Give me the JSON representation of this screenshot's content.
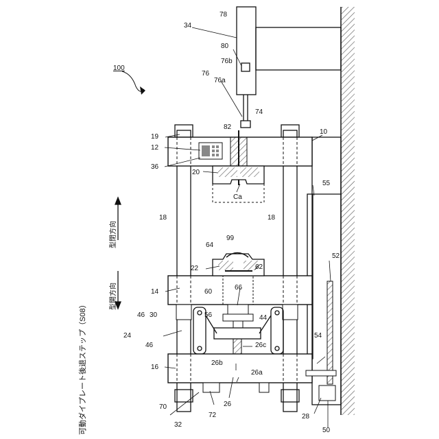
{
  "figure": {
    "caption": "可動ダイプレート後退ステップ（S08）",
    "mold_opening_direction": "型開方向",
    "mold_closing_direction": "型閉方向"
  },
  "labels": {
    "l100": "100",
    "l10": "10",
    "l12": "12",
    "l14": "14",
    "l16": "16",
    "l18a": "18",
    "l18b": "18",
    "l19": "19",
    "l20": "20",
    "l22": "22",
    "l24": "24",
    "l26": "26",
    "l26a": "26a",
    "l26b": "26b",
    "l26c": "26c",
    "l28": "28",
    "l30": "30",
    "l32": "32",
    "l34": "34",
    "l36": "36",
    "l44": "44",
    "l46a": "46",
    "l46b": "46",
    "l50": "50",
    "l52": "52",
    "l54": "54",
    "l55": "55",
    "l56": "56",
    "l60": "60",
    "l62": "62",
    "l64": "64",
    "l66": "66",
    "l70": "70",
    "l72": "72",
    "l74": "74",
    "l76": "76",
    "l76a": "76a",
    "l76b": "76b",
    "l78": "78",
    "l80": "80",
    "l82": "82",
    "l99": "99",
    "lCa": "Ca"
  },
  "colors": {
    "line": "#111111",
    "hatch": "#555555",
    "panel": "#888888"
  }
}
